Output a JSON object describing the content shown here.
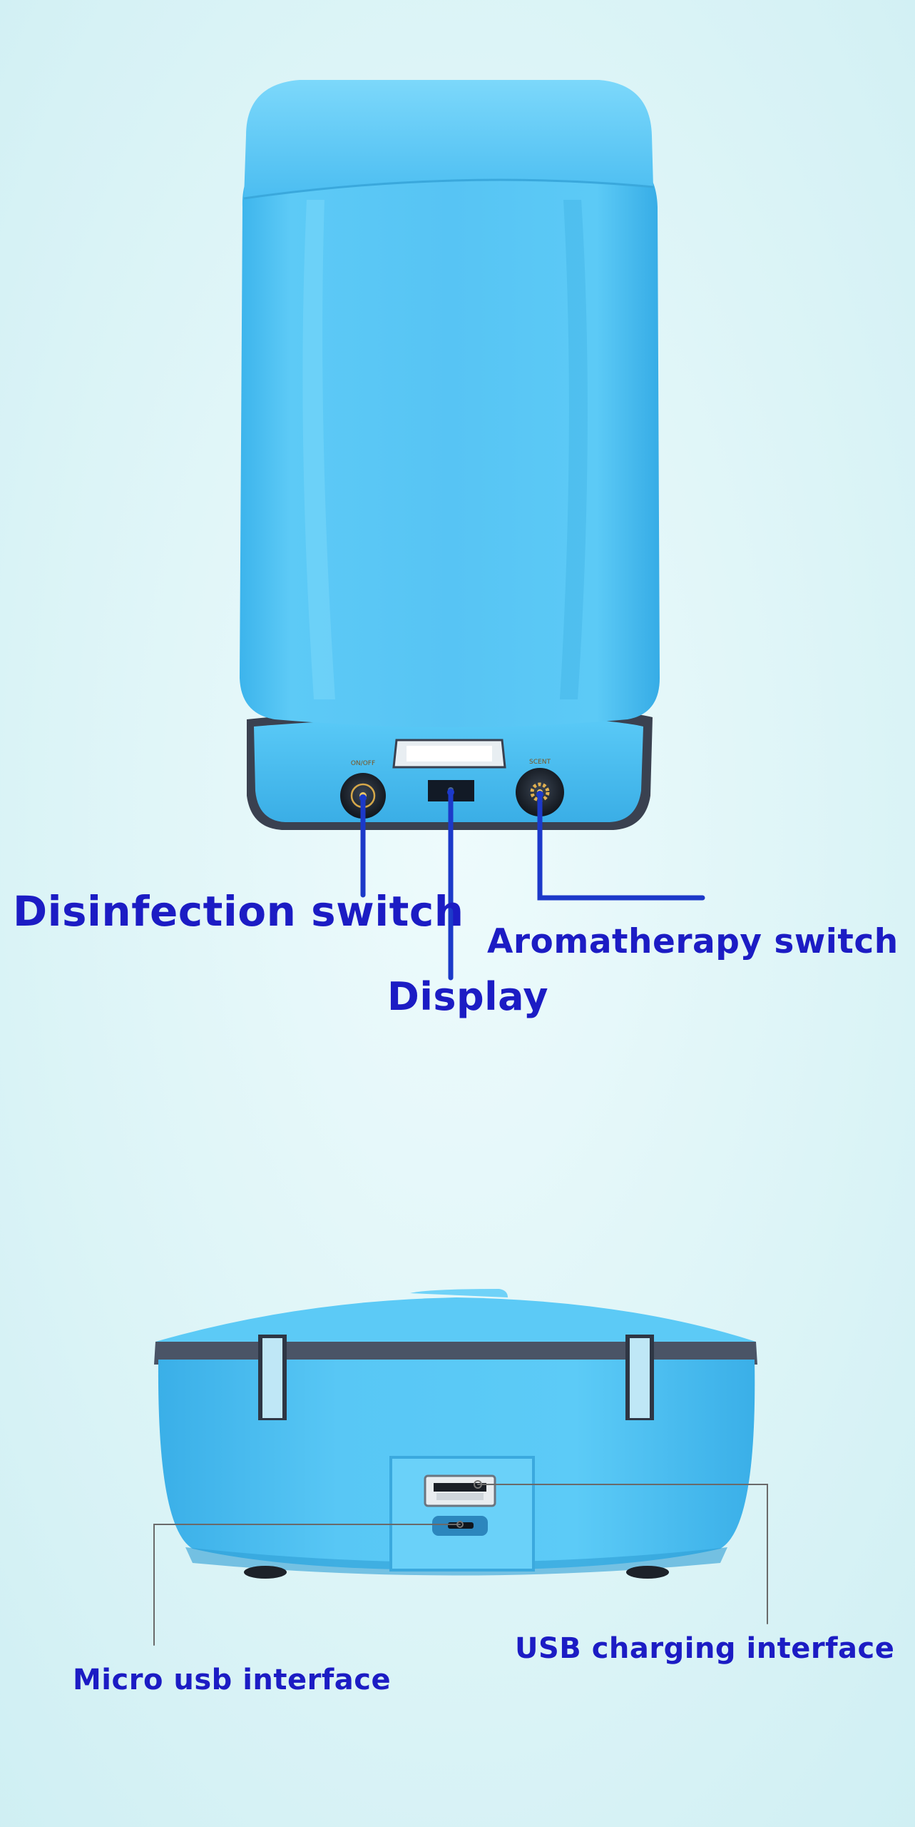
{
  "colors": {
    "background": "#dff6f8",
    "device_body": "#52c3f3",
    "device_dark": "#3a4150",
    "label_text": "#1c1cc4",
    "leader_line": "#1c39c9",
    "thin_leader": "#6a6a6a"
  },
  "callouts": {
    "disinfection_switch": "Disinfection switch",
    "aromatherapy_switch": "Aromatherapy switch",
    "display": "Display",
    "usb_charging_interface": "USB charging interface",
    "micro_usb_interface": "Micro usb interface"
  }
}
